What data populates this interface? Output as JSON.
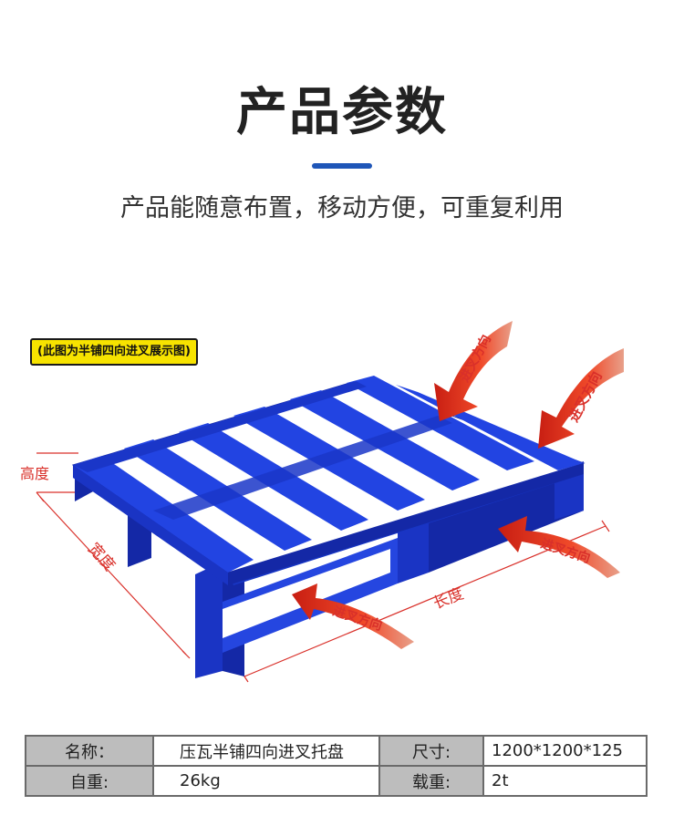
{
  "header": {
    "title": "产品参数",
    "subtitle": "产品能随意布置，移动方便，可重复利用"
  },
  "diagram": {
    "note": "(此图为半铺四向进叉展示图)",
    "height_label": "高度",
    "width_label": "宽度",
    "length_label": "长度",
    "fork_label": "进叉方向",
    "colors": {
      "pallet": "#1f3fd6",
      "pallet_dark": "#1428a6",
      "arrow": "#e0321f",
      "dim_line": "#d9302a"
    }
  },
  "specs": {
    "name_key": "名称：",
    "name_value": "压瓦半铺四向进叉托盘",
    "size_key": "尺寸:",
    "size_value": "1200*1200*125",
    "weight_key": "自重:",
    "weight_value": "26kg",
    "load_key": "载重:",
    "load_value": "2t"
  }
}
